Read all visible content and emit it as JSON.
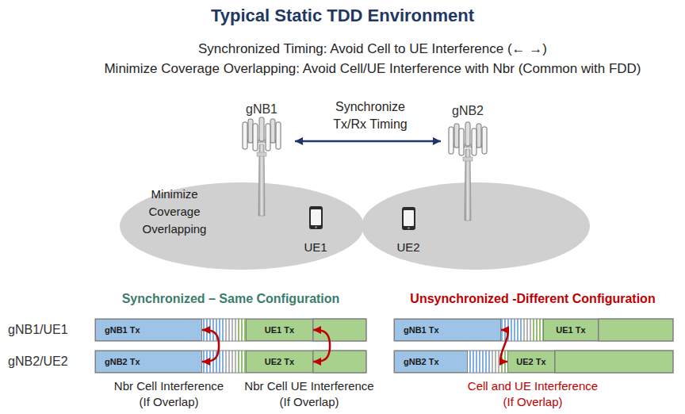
{
  "diagram": {
    "title": "Typical Static TDD Environment",
    "nodes": [
      {
        "text": [
          "Minimize Coverage Overlapping",
          "UE1"
        ]
      },
      {
        "text": [
          "UE2"
        ]
      },
      {
        "text": [
          "gNB1 Tx"
        ]
      },
      {
        "text": [
          "UE1 Tx"
        ]
      },
      {
        "text": [
          "gNB1 Tx"
        ]
      },
      {
        "text": [
          "UE1 Tx"
        ]
      },
      {
        "text": [
          "gNB2 Tx"
        ]
      },
      {
        "text": [
          "UE2 Tx"
        ]
      },
      {
        "text": [
          "gNB2 Tx"
        ]
      },
      {
        "text": [
          "UE2 Tx"
        ]
      }
    ],
    "edges": [
      {
        "from": 2,
        "to": 6,
        "arrow": "both"
      },
      {
        "from": 3,
        "to": 7,
        "arrow": "both"
      },
      {
        "from": 4,
        "to": 9,
        "arrow": "both"
      }
    ],
    "labels": [
      "Synchronized Timing: Avoid Cell to UE Interference (← →)",
      "Minimize Coverage Overlapping: Avoid Cell/UE Interference with Nbr (Common with FDD)",
      "gNB1",
      "Synchronize Tx/Rx Timing",
      "gNB2",
      "Synchronized – Same Configuration",
      "Unsynchronized -Different Configuration",
      "gNB1/UE1",
      "gNB2/UE2",
      "Nbr Cell Interference (If Overlap)",
      "Nbr Cell UE Interference (If Overlap)",
      "Cell and UE Interference (If Overlap)"
    ]
  }
}
